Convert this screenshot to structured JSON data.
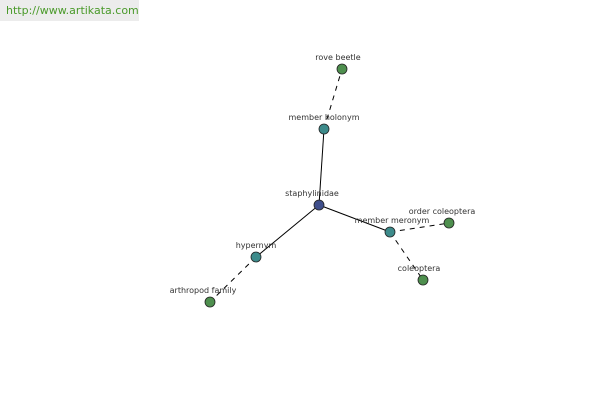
{
  "watermark": {
    "text": "http://www.artikata.com"
  },
  "colors": {
    "center": "#3f4f8c",
    "relation": "#3d8b8b",
    "term": "#4e8f4e",
    "edge": "#000000",
    "node_stroke": "#222222"
  },
  "graph": {
    "nodes": [
      {
        "id": "staphylinidae",
        "label": "staphylinidae",
        "kind": "center"
      },
      {
        "id": "member-holonym",
        "label": "member holonym",
        "kind": "relation"
      },
      {
        "id": "rove-beetle",
        "label": "rove beetle",
        "kind": "term"
      },
      {
        "id": "member-meronym",
        "label": "member meronym",
        "kind": "relation"
      },
      {
        "id": "order-coleoptera",
        "label": "order coleoptera",
        "kind": "term"
      },
      {
        "id": "coleoptera",
        "label": "coleoptera",
        "kind": "term"
      },
      {
        "id": "hypernym",
        "label": "hypernym",
        "kind": "relation"
      },
      {
        "id": "arthropod-family",
        "label": "arthropod family",
        "kind": "term"
      }
    ],
    "edges": [
      {
        "from": "staphylinidae",
        "to": "member-holonym",
        "style": "solid"
      },
      {
        "from": "member-holonym",
        "to": "rove-beetle",
        "style": "dashed"
      },
      {
        "from": "staphylinidae",
        "to": "member-meronym",
        "style": "solid"
      },
      {
        "from": "member-meronym",
        "to": "order-coleoptera",
        "style": "dashed"
      },
      {
        "from": "member-meronym",
        "to": "coleoptera",
        "style": "dashed"
      },
      {
        "from": "staphylinidae",
        "to": "hypernym",
        "style": "solid"
      },
      {
        "from": "hypernym",
        "to": "arthropod-family",
        "style": "dashed"
      }
    ]
  }
}
